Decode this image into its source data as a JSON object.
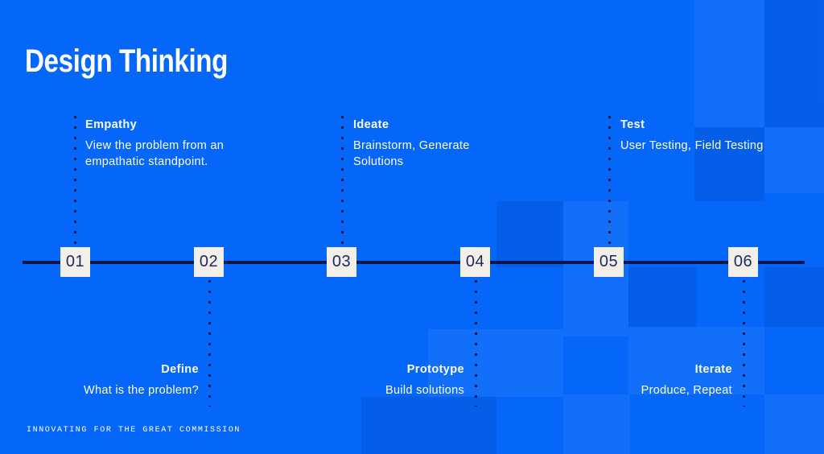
{
  "title": "Design Thinking",
  "tagline": "INNOVATING FOR THE GREAT COMMISSION",
  "colors": {
    "background": "#0567FA",
    "timeline_line": "#0A164E",
    "dotted_line": "#0B1850",
    "number_box_bg": "#F2EFE9",
    "number_box_text": "#1D2A5E",
    "text": "#FFFFFF"
  },
  "steps": [
    {
      "num": "01",
      "title": "Empathy",
      "desc": "View the problem from an empathatic standpoint.",
      "position": "above"
    },
    {
      "num": "02",
      "title": "Define",
      "desc": "What is the problem?",
      "position": "below"
    },
    {
      "num": "03",
      "title": "Ideate",
      "desc": "Brainstorm, Generate Solutions",
      "position": "above"
    },
    {
      "num": "04",
      "title": "Prototype",
      "desc": "Build solutions",
      "position": "below"
    },
    {
      "num": "05",
      "title": "Test",
      "desc": "User Testing, Field Testing",
      "position": "above"
    },
    {
      "num": "06",
      "title": "Iterate",
      "desc": "Produce, Repeat",
      "position": "below"
    }
  ]
}
